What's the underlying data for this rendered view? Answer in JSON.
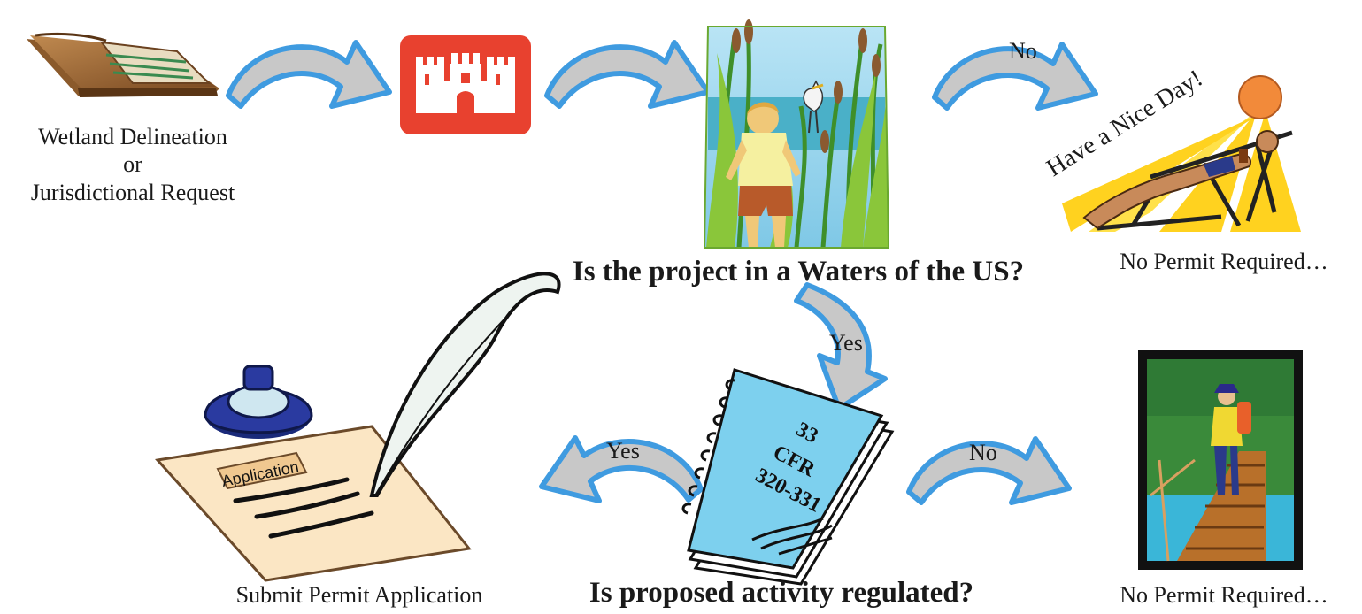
{
  "steps": {
    "request": {
      "line1": "Wetland Delineation",
      "line2": "or",
      "line3": "Jurisdictional Request",
      "icon": "folder-icon"
    },
    "corps": {
      "icon": "castle-icon",
      "color": "#e8412f"
    },
    "waters": {
      "icon": "wetland-boy-heron-icon",
      "question": "Is the project in a Waters of the US?"
    },
    "no_permit_top": {
      "icon": "sunbather-icon",
      "banner": "Have a Nice Day!",
      "label": "No Permit Required…"
    },
    "regulation": {
      "icon": "regulation-book-icon",
      "book_line1": "33",
      "book_line2": "CFR",
      "book_line3": "320-331",
      "question": "Is proposed activity regulated?"
    },
    "submit": {
      "icon": "quill-inkwell-icon",
      "paper_text": "Application",
      "label": "Submit Permit Application"
    },
    "no_permit_bottom": {
      "icon": "hiker-bridge-icon",
      "label": "No Permit Required…"
    }
  },
  "arrows": {
    "no_top": "No",
    "yes_down": "Yes",
    "yes_left": "Yes",
    "no_right": "No"
  },
  "colors": {
    "arrow_fill": "#c8c8c8",
    "arrow_edge": "#3f9be0",
    "castle": "#e8412f"
  }
}
